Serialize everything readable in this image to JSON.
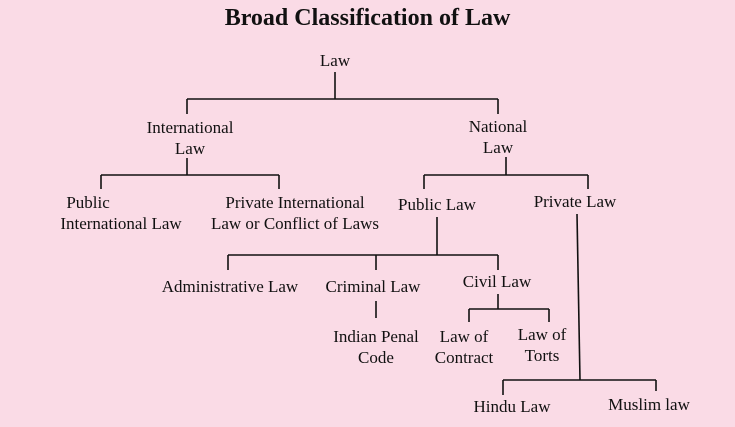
{
  "diagram": {
    "title": "Broad Classification of Law",
    "nodes": {
      "law": {
        "lines": [
          "Law"
        ]
      },
      "international_law": {
        "lines": [
          "International",
          "Law"
        ]
      },
      "national_law": {
        "lines": [
          "National",
          "Law"
        ]
      },
      "public_international_law": {
        "lines": [
          "Public",
          "International Law"
        ]
      },
      "private_international_law": {
        "lines": [
          "Private International",
          "Law or Conflict of Laws"
        ]
      },
      "public_law": {
        "lines": [
          "Public Law"
        ]
      },
      "private_law": {
        "lines": [
          "Private Law"
        ]
      },
      "administrative_law": {
        "lines": [
          "Administrative Law"
        ]
      },
      "criminal_law": {
        "lines": [
          "Criminal Law"
        ]
      },
      "civil_law": {
        "lines": [
          "Civil Law"
        ]
      },
      "indian_penal_code": {
        "lines": [
          "Indian Penal",
          "Code"
        ]
      },
      "law_of_contract": {
        "lines": [
          "Law of",
          "Contract"
        ]
      },
      "law_of_torts": {
        "lines": [
          "Law of",
          "Torts"
        ]
      },
      "hindu_law": {
        "lines": [
          "Hindu Law"
        ]
      },
      "muslim_law": {
        "lines": [
          "Muslim law"
        ]
      }
    }
  }
}
